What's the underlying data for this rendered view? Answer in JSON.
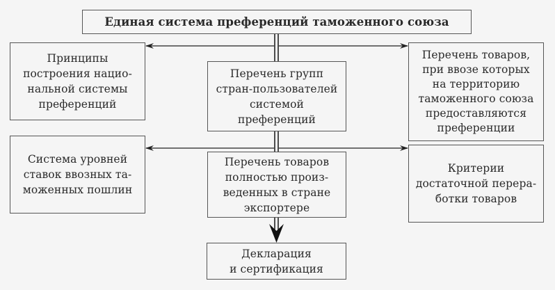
{
  "diagram": {
    "title": "Единая система преференций таможенного союза",
    "nodes": {
      "left_1": "Принципы\nпостроения нацио-\nнальной системы\nпреференций",
      "left_2": "Система уровней\nставок ввозных та-\nможенных пошлин",
      "mid_1": "Перечень групп\nстран-пользователей\nсистемой\nпреференций",
      "mid_2": "Перечень товаров\nполностью произ-\nведенных в стране\nэкспортере",
      "mid_3": "Декларация\nи сертификация",
      "right_1": "Перечень товаров,\nпри ввозе которых\nна территорию\nтаможенного союза\nпредоставляются\nпреференции",
      "right_2": "Критерии\nдостаточной перера-\nботки товаров"
    },
    "edges": [
      {
        "from": "title",
        "to": "mid_1",
        "style": "double-line"
      },
      {
        "from": "title",
        "to": "left_1",
        "style": "arrow"
      },
      {
        "from": "title",
        "to": "right_1",
        "style": "arrow"
      },
      {
        "from": "mid_1",
        "to": "mid_2",
        "style": "double-line"
      },
      {
        "from": "mid_1",
        "to": "left_2",
        "style": "arrow"
      },
      {
        "from": "mid_1",
        "to": "right_2",
        "style": "arrow"
      },
      {
        "from": "mid_2",
        "to": "mid_3",
        "style": "double-arrow"
      }
    ]
  }
}
